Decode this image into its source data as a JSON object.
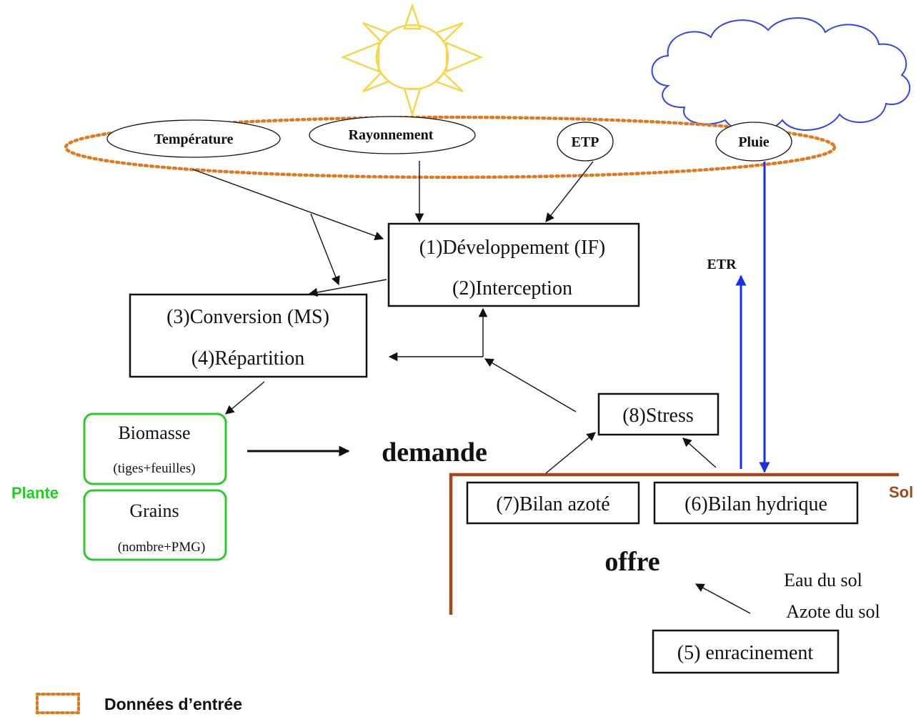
{
  "colors": {
    "sun": "#f6d54a",
    "cloud": "#3344ee",
    "dotted_ellipse": "#e07a20",
    "plant_box": "#2ec82e",
    "soil_line": "#9c4a1a",
    "water_arrow": "#1a2ee6",
    "label_plant": "#22cc22",
    "label_soil": "#9c4a1a",
    "ink": "#111111"
  },
  "inputs": {
    "temperature": "Température",
    "rayonnement": "Rayonnement",
    "etp": "ETP",
    "pluie": "Pluie"
  },
  "modules": {
    "m1": "(1)Développement (IF)",
    "m2": "(2)Interception",
    "m3": "(3)Conversion (MS)",
    "m4": "(4)Répartition",
    "m5": "(5) enracinement",
    "m6": "(6)Bilan hydrique",
    "m7": "(7)Bilan azoté",
    "m8": "(8)Stress"
  },
  "plant": {
    "label": "Plante",
    "biomasse_title": "Biomasse",
    "biomasse_detail": "(tiges+feuilles)",
    "grains_title": "Grains",
    "grains_detail": "(nombre+PMG)"
  },
  "soil": {
    "label": "Sol",
    "eau": "Eau du sol",
    "azote": "Azote du sol"
  },
  "labels": {
    "etr": "ETR",
    "demande": "demande",
    "offre": "offre"
  },
  "legend": {
    "input_data": "Données d’entrée"
  }
}
